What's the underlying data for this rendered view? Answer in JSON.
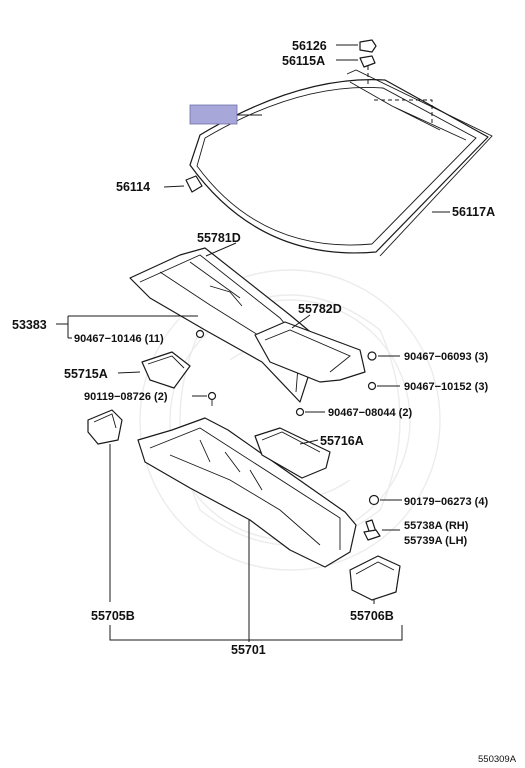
{
  "colors": {
    "line": "#1a1a1a",
    "highlight": "#a7a7d9",
    "watermark": "#ececec"
  },
  "callouts": {
    "p56126": "56126",
    "p56115A": "56115A",
    "p56114": "56114",
    "p56117A": "56117A",
    "p55781D": "55781D",
    "p53383": "53383",
    "p90467_10146": "90467−10146 (11)",
    "p55782D": "55782D",
    "p90467_06093": "90467−06093 (3)",
    "p55715A": "55715A",
    "p90467_10152": "90467−10152 (3)",
    "p90119_08726": "90119−08726 (2)",
    "p90467_08044": "90467−08044 (2)",
    "p55716A": "55716A",
    "p90179_06273": "90179−06273 (4)",
    "p55738A": "55738A (RH)",
    "p55739A": "55739A (LH)",
    "p55705B": "55705B",
    "p55706B": "55706B",
    "p55701": "55701"
  },
  "diagram_id": "550309A"
}
